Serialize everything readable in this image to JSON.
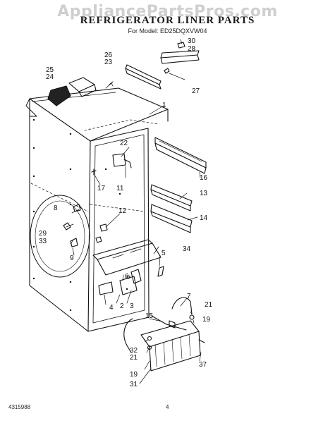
{
  "watermark": "AppliancePartsPros.com",
  "title": "REFRIGERATOR LINER PARTS",
  "model_line": "For Model: ED25DQXVW04",
  "footer": {
    "doc_number": "4315988",
    "page_number": "4"
  },
  "part_labels": [
    "1",
    "2",
    "3",
    "4",
    "5",
    "6",
    "7",
    "8",
    "9",
    "11",
    "12",
    "13",
    "14",
    "15",
    "16",
    "17",
    "19",
    "19",
    "21",
    "21",
    "22",
    "23",
    "24",
    "25",
    "26",
    "27",
    "28",
    "29",
    "30",
    "31",
    "32",
    "33",
    "34",
    "37"
  ]
}
